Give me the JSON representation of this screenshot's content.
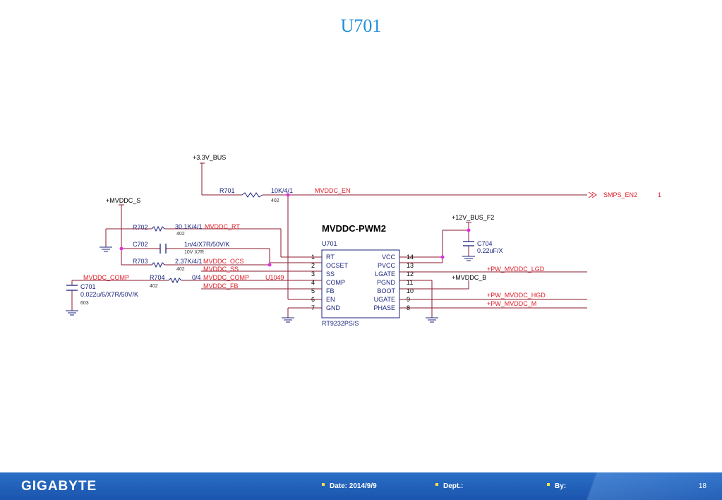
{
  "title": "U701",
  "schematic": {
    "bus_33v": "+3.3V_BUS",
    "mvddc_s": "+MVDDC_S",
    "bus_12v": "+12V_BUS_F2",
    "mvddc_b": "+MVDDC_B",
    "chip": {
      "name": "MVDDC-PWM2",
      "ref": "U701",
      "part": "RT9232PS/S",
      "left_pins": [
        {
          "num": "1",
          "name": "RT"
        },
        {
          "num": "2",
          "name": "OCSET"
        },
        {
          "num": "3",
          "name": "SS"
        },
        {
          "num": "4",
          "name": "COMP"
        },
        {
          "num": "5",
          "name": "FB"
        },
        {
          "num": "6",
          "name": "EN"
        },
        {
          "num": "7",
          "name": "GND"
        }
      ],
      "right_pins": [
        {
          "num": "14",
          "name": "VCC"
        },
        {
          "num": "13",
          "name": "PVCC"
        },
        {
          "num": "12",
          "name": "LGATE"
        },
        {
          "num": "11",
          "name": "PGND"
        },
        {
          "num": "10",
          "name": "BOOT"
        },
        {
          "num": "9",
          "name": "UGATE"
        },
        {
          "num": "8",
          "name": "PHASE"
        }
      ]
    },
    "components": {
      "r701": {
        "ref": "R701",
        "value": "10K/4/1",
        "pkg": "402"
      },
      "r702": {
        "ref": "R702",
        "value": "30.1K/4/1",
        "pkg": "402"
      },
      "c702": {
        "ref": "C702",
        "value": "1n/4/X7R/50V/K",
        "pkg": "10V X7R"
      },
      "r703": {
        "ref": "R703",
        "value": "2.37K/4/1",
        "pkg": "402"
      },
      "r704": {
        "ref": "R704",
        "value": "0/4",
        "pkg": "402"
      },
      "c701": {
        "ref": "C701",
        "value": "0.022u/6/X7R/50V/K",
        "pkg": "603"
      },
      "c704": {
        "ref": "C704",
        "value": "0.22uF/X"
      }
    },
    "nets": {
      "en": "MVDDC_EN",
      "rt": "MVDDC_RT",
      "ocs": "MVDDC_OCS",
      "ss": "MVDDC_SS",
      "comp_left": "MVDDC_COMP",
      "comp_mid": "MVDDC_COMP",
      "u1049": "U1049",
      "fb": "MVDDC_FB",
      "lgd": "+PW_MVDDC_LGD",
      "hgd": "+PW_MVDDC_HGD",
      "m": "+PW_MVDDC_M"
    },
    "offpage": {
      "name": "SMPS_EN2",
      "page": "1"
    }
  },
  "footer": {
    "logo": "GIGABYTE",
    "date": "Date: 2014/9/9",
    "dept": "Dept.:",
    "by": "By:",
    "page": "18"
  },
  "colors": {
    "wire": "#8b1a2b",
    "label_red": "#e0202a",
    "label_blue": "#1a237e",
    "junction": "#e030e0",
    "title": "#1f8fd8",
    "footer": "#1b55ad"
  }
}
